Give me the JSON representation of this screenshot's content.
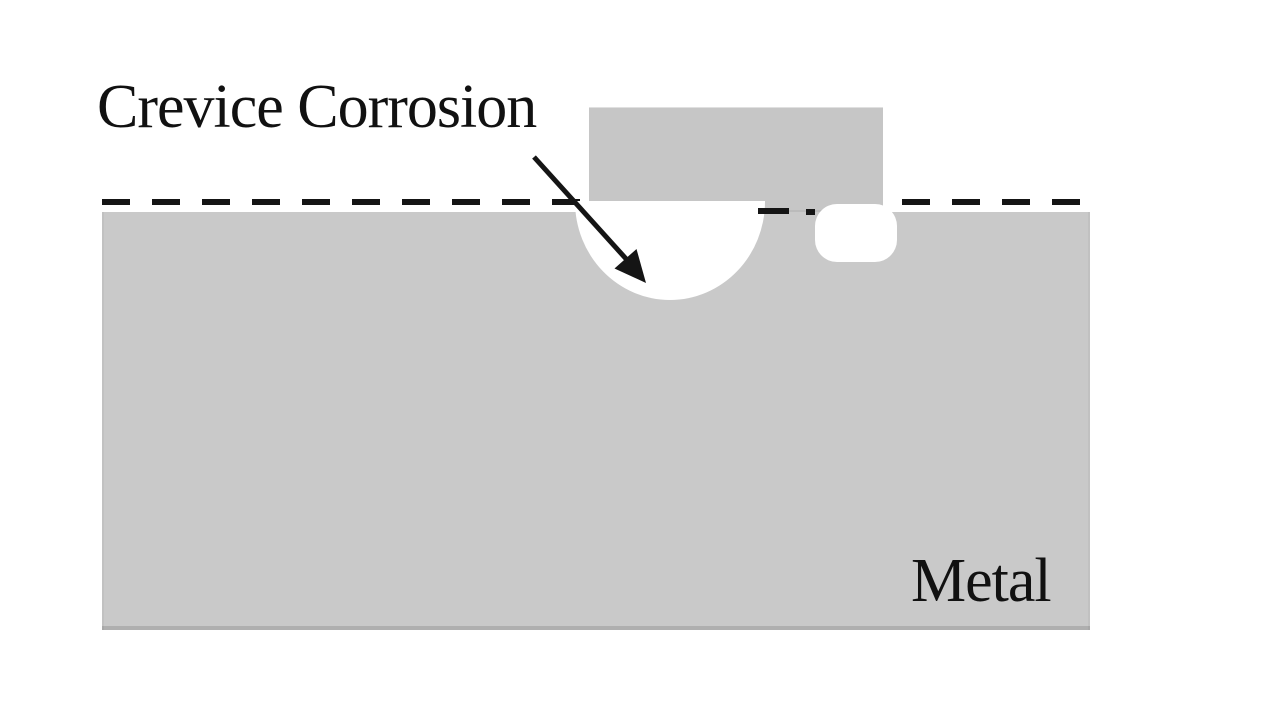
{
  "diagram": {
    "type": "crevice-corrosion-schematic",
    "labels": {
      "title": "Crevice Corrosion",
      "metal": "Metal"
    },
    "shapes": {
      "metal_body": "metal-slab",
      "block": "crevice-former-block",
      "large_pit": "corrosion-pit-large",
      "small_pit": "corrosion-pit-small",
      "surface_line": "dashed-surface-line",
      "arrow": "annotation-arrow"
    },
    "colors": {
      "background": "#ffffff",
      "metal_fill": "#c9c9c9",
      "block_fill": "#c6c6c6",
      "pit_fill": "#ffffff",
      "line_color": "#151515",
      "text_color": "#111111"
    }
  }
}
